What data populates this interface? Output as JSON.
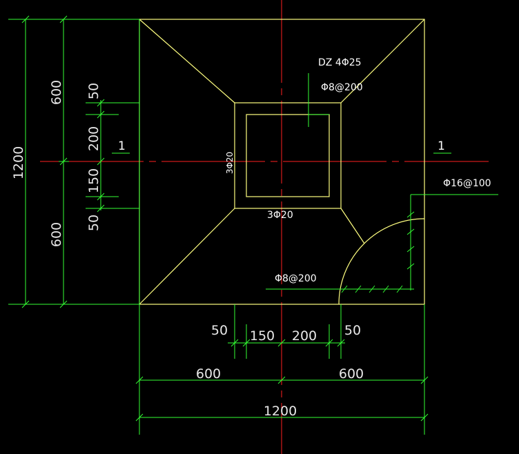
{
  "colors": {
    "background": "#000000",
    "outline": "#ffff80",
    "dimension": "#33ff33",
    "dimension_text": "#e8e8e8",
    "center_line": "#ff2020",
    "label_text": "#ffffff"
  },
  "labels": {
    "column": "DZ 4Φ25",
    "stirrup_column": "Φ8@200",
    "stirrup_base": "Φ8@200",
    "bottom_mesh": "Φ16@100",
    "rebar_side": "3Φ20",
    "rebar_bottom": "3Φ20",
    "section_mark_left": "1",
    "section_mark_right": "1"
  },
  "dimensions": {
    "left_overall": "1200",
    "left_upper": "600",
    "left_lower": "600",
    "left_detail_1": "50",
    "left_detail_2": "200",
    "left_detail_3": "150",
    "left_detail_4": "50",
    "bottom_detail_1": "50",
    "bottom_detail_2": "150",
    "bottom_detail_3": "200",
    "bottom_detail_4": "50",
    "bottom_left": "600",
    "bottom_right": "600",
    "bottom_overall": "1200"
  }
}
